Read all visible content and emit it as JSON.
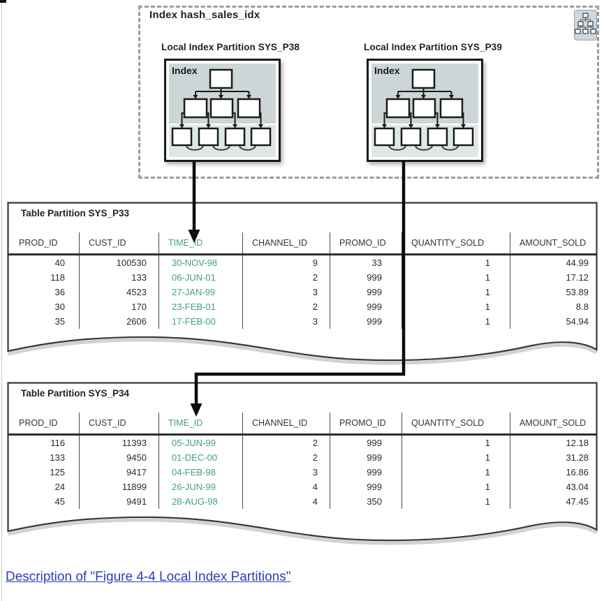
{
  "figure": {
    "index_group": {
      "title": "Index hash_sales_idx",
      "icon": "btree-hierarchy-icon",
      "partitions": [
        {
          "label": "Local Index Partition SYS_P38",
          "box_label": "Index"
        },
        {
          "label": "Local Index Partition SYS_P39",
          "box_label": "Index"
        }
      ]
    },
    "tables": [
      {
        "title": "Table Partition SYS_P33",
        "columns": [
          "PROD_ID",
          "CUST_ID",
          "TIME_ID",
          "CHANNEL_ID",
          "PROMO_ID",
          "QUANTITY_SOLD",
          "AMOUNT_SOLD"
        ],
        "rows": [
          [
            "40",
            "100530",
            "30-NOV-98",
            "9",
            "33",
            "1",
            "44.99"
          ],
          [
            "118",
            "133",
            "06-JUN-01",
            "2",
            "999",
            "1",
            "17.12"
          ],
          [
            "36",
            "4523",
            "27-JAN-99",
            "3",
            "999",
            "1",
            "53.89"
          ],
          [
            "30",
            "170",
            "23-FEB-01",
            "2",
            "999",
            "1",
            "8.8"
          ],
          [
            "35",
            "2606",
            "17-FEB-00",
            "3",
            "999",
            "1",
            "54.94"
          ]
        ]
      },
      {
        "title": "Table Partition SYS_P34",
        "columns": [
          "PROD_ID",
          "CUST_ID",
          "TIME_ID",
          "CHANNEL_ID",
          "PROMO_ID",
          "QUANTITY_SOLD",
          "AMOUNT_SOLD"
        ],
        "rows": [
          [
            "116",
            "11393",
            "05-JUN-99",
            "2",
            "999",
            "1",
            "12.18"
          ],
          [
            "133",
            "9450",
            "01-DEC-00",
            "2",
            "999",
            "1",
            "31.28"
          ],
          [
            "125",
            "9417",
            "04-FEB-98",
            "3",
            "999",
            "1",
            "16.86"
          ],
          [
            "24",
            "11899",
            "26-JUN-99",
            "4",
            "999",
            "1",
            "43.04"
          ],
          [
            "45",
            "9491",
            "28-AUG-98",
            "4",
            "350",
            "1",
            "47.45"
          ]
        ]
      }
    ],
    "link_text": "Description of \"Figure 4-4 Local Index Partitions\"",
    "colors": {
      "time_id_green": "#3fa081",
      "link_blue": "#2e3bbd",
      "index_panel": "#ccd6d6",
      "index_panel_light": "#dfe7e7",
      "dash_gray": "#9b9b9b"
    }
  }
}
